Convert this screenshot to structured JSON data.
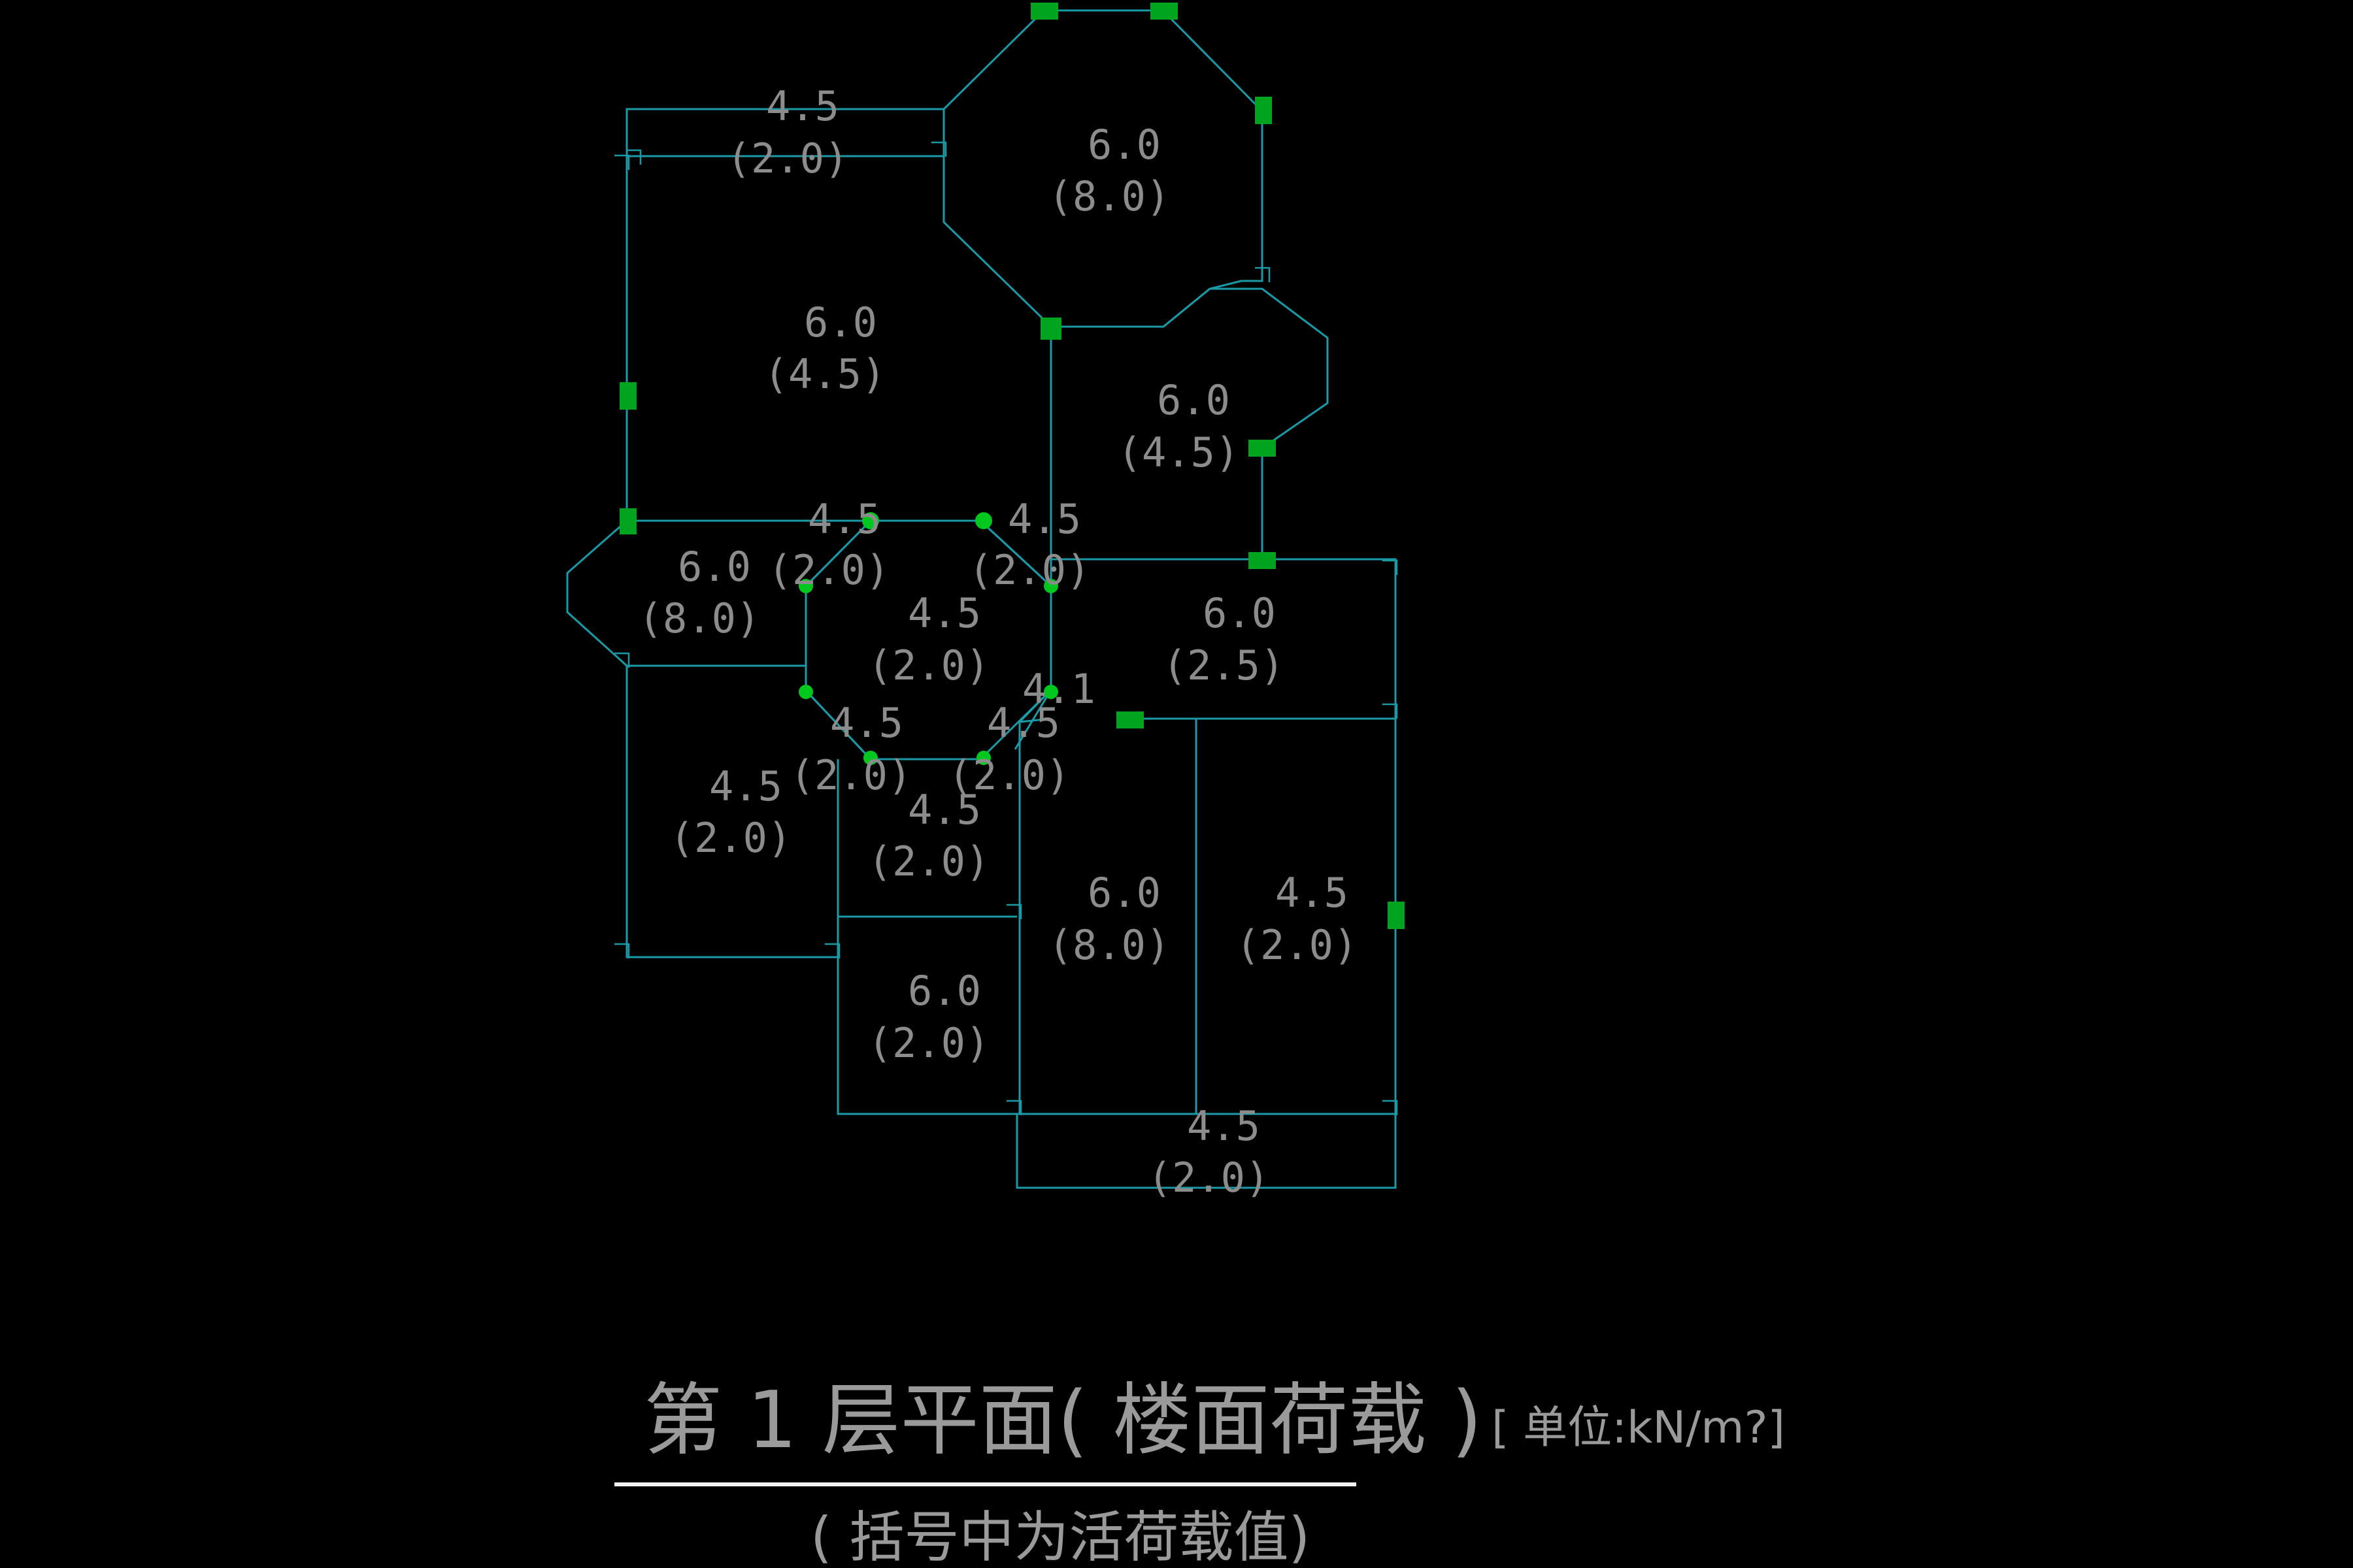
{
  "drawing": {
    "title": "第 1 层平面( 楼面荷载 )",
    "unit": "[ 单位:kN/m?]",
    "subtitle": "( 括号中为活荷载值)"
  },
  "rooms": [
    {
      "name": "room-top-left-strip",
      "dead": "4.5",
      "live": "(2.0)"
    },
    {
      "name": "room-octagon-top",
      "dead": "6.0",
      "live": "(8.0)"
    },
    {
      "name": "room-large-left",
      "dead": "6.0",
      "live": "(4.5)"
    },
    {
      "name": "room-right-bay",
      "dead": "6.0",
      "live": "(4.5)"
    },
    {
      "name": "room-hex-left",
      "dead": "6.0",
      "live": "(8.0)"
    },
    {
      "name": "room-tri-top-left",
      "dead": "4.5",
      "live": "(2.0)"
    },
    {
      "name": "room-tri-top-right",
      "dead": "4.5",
      "live": "(2.0)"
    },
    {
      "name": "room-octagon-center",
      "dead": "4.5",
      "live": "(2.0)"
    },
    {
      "name": "room-right-middle",
      "dead": "6.0",
      "live": "(2.5)"
    },
    {
      "name": "room-small-right-of-center",
      "dead": "4.1",
      "live": ""
    },
    {
      "name": "room-tri-bottom-left",
      "dead": "4.5",
      "live": "(2.0)"
    },
    {
      "name": "room-tri-bottom-right",
      "dead": "4.5",
      "live": "(2.0)"
    },
    {
      "name": "room-left-lower",
      "dead": "4.5",
      "live": "(2.0)"
    },
    {
      "name": "room-center-lower",
      "dead": "4.5",
      "live": "(2.0)"
    },
    {
      "name": "room-stair",
      "dead": "6.0",
      "live": "(8.0)"
    },
    {
      "name": "room-right-lower",
      "dead": "4.5",
      "live": "(2.0)"
    },
    {
      "name": "room-bottom-center",
      "dead": "6.0",
      "live": "(2.0)"
    },
    {
      "name": "room-bottom-strip",
      "dead": "4.5",
      "live": "(2.0)"
    }
  ],
  "colors": {
    "wall": "#1a9aa6",
    "column": "#00a41e",
    "text": "#8c8c8c",
    "background": "#000000"
  }
}
